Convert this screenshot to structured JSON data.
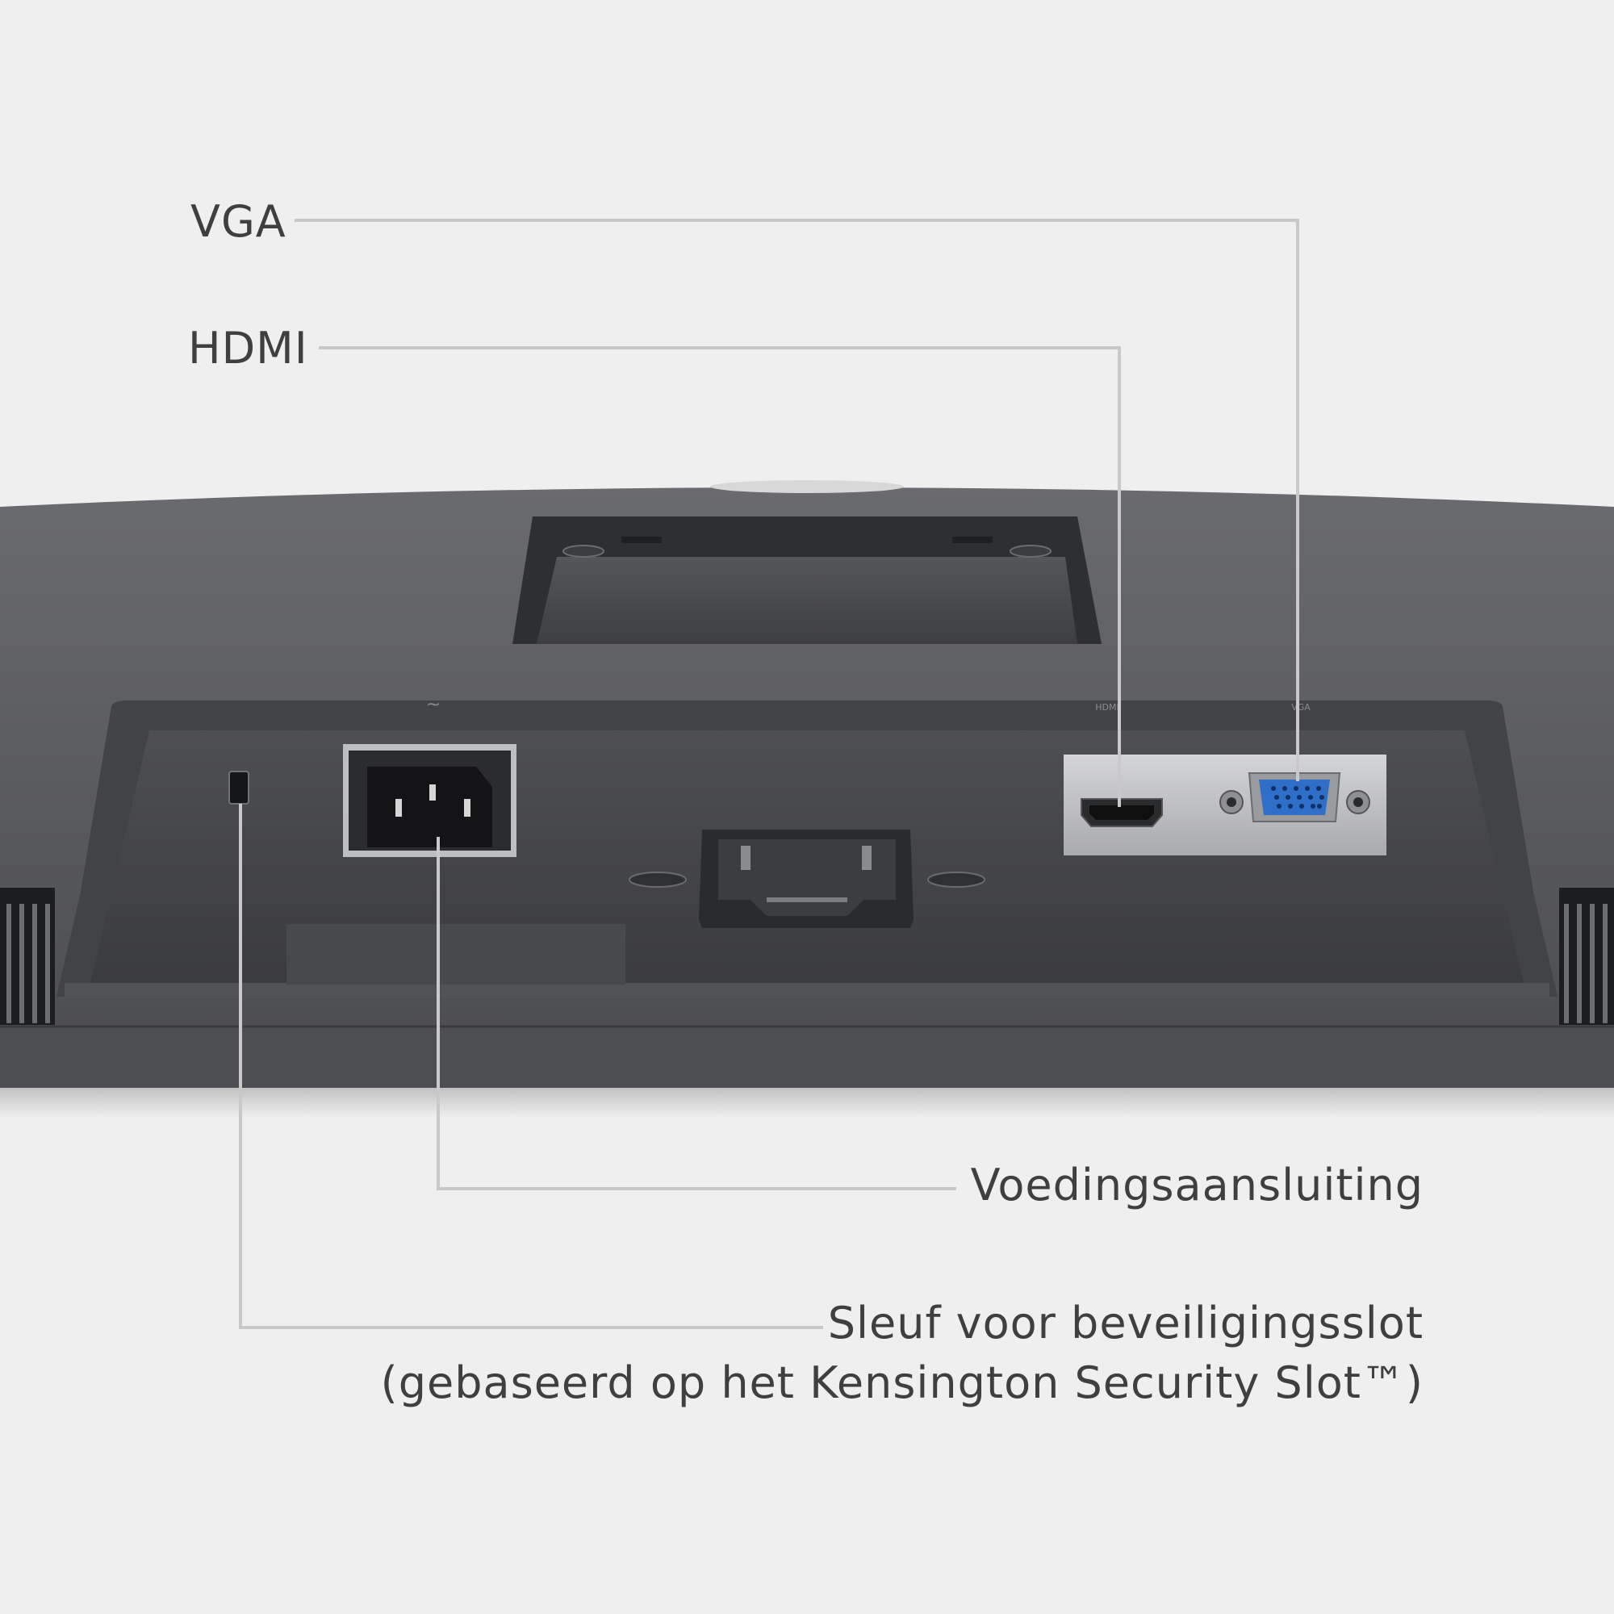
{
  "labels": {
    "vga": "VGA",
    "hdmi": "HDMI",
    "power": "Voedingsaansluiting",
    "security_line1": "Sleuf voor beveiligingsslot",
    "security_line2": "(gebaseerd op het Kensington Security Slot™)"
  },
  "port_markings": {
    "power_symbol": "~",
    "hdmi_marking": "HDMI",
    "vga_marking": "VGA"
  },
  "colors": {
    "background": "#efefef",
    "monitor_body": "#5b5c5f",
    "port_plate": "#c4c5c8",
    "vga_blue": "#2f6fc7",
    "leader_line": "#c9c9c9",
    "label_text": "#3f3f3f"
  }
}
